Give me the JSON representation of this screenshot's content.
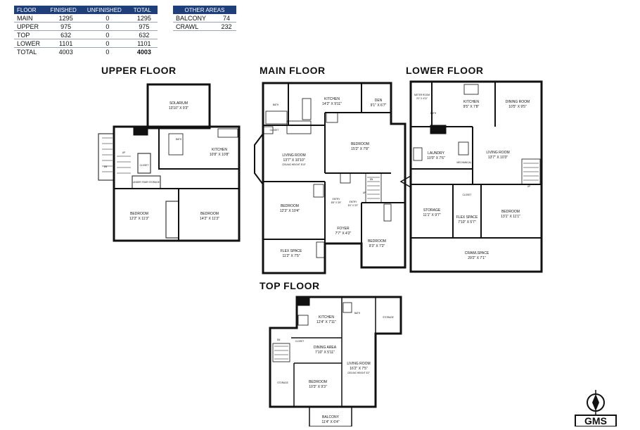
{
  "area_table": {
    "headers": [
      "FLOOR",
      "FINISHED",
      "UNFINISHED",
      "TOTAL"
    ],
    "rows": [
      {
        "floor": "MAIN",
        "finished": "1295",
        "unfinished": "0",
        "total": "1295"
      },
      {
        "floor": "UPPER",
        "finished": "975",
        "unfinished": "0",
        "total": "975"
      },
      {
        "floor": "TOP",
        "finished": "632",
        "unfinished": "0",
        "total": "632"
      },
      {
        "floor": "LOWER",
        "finished": "1101",
        "unfinished": "0",
        "total": "1101"
      },
      {
        "floor": "TOTAL",
        "finished": "4003",
        "unfinished": "0",
        "total": "4003"
      }
    ]
  },
  "other_areas": {
    "header": "OTHER AREAS",
    "rows": [
      {
        "name": "BALCONY",
        "value": "74"
      },
      {
        "name": "CRAWL",
        "value": "232"
      }
    ]
  },
  "floors": {
    "upper": {
      "title": "UPPER FLOOR",
      "rooms": {
        "solarium": {
          "name": "SOLARIUM",
          "dims": "13'10\" X 9'3\""
        },
        "kitchen": {
          "name": "KITCHEN",
          "dims": "10'8\" X 10'8\""
        },
        "bath": "BATH",
        "bedroom_left": {
          "name": "BEDROOM",
          "dims": "12'2\" X 11'3\""
        },
        "bedroom_right": {
          "name": "BEDROOM",
          "dims": "14'2\" X 11'3\""
        },
        "under_stair": "UNDER STAIR STORAGE",
        "closet": "CLOSET",
        "dn": "DN",
        "up": "UP"
      }
    },
    "main": {
      "title": "MAIN FLOOR",
      "rooms": {
        "bath": "BATH",
        "kitchen": {
          "name": "KITCHEN",
          "dims": "14'2\" X 9'11\""
        },
        "den": {
          "name": "DEN",
          "dims": "9'1\" X 6'7\""
        },
        "closet": "CLOSET",
        "living": {
          "name": "LIVING ROOM",
          "dims": "13'7\" X 10'10\"",
          "note": "CEILING HEIGHT 8'10\""
        },
        "bedroom_mid": {
          "name": "BEDROOM",
          "dims": "15'2\" X 7'8\""
        },
        "bedroom_left": {
          "name": "BEDROOM",
          "dims": "12'3\" X 10'4\""
        },
        "entry1": {
          "name": "ENTRY",
          "dims": "8'8\" X 3'9\""
        },
        "entry2": {
          "name": "ENTRY",
          "dims": "8'4\" X 3'2\""
        },
        "foyer": {
          "name": "FOYER",
          "dims": "7'7\" X 4'2\""
        },
        "bedroom_right": {
          "name": "BEDROOM",
          "dims": "9'3\" X 7'2\""
        },
        "flex": {
          "name": "FLEX SPACE",
          "dims": "11'2\" X 7'5\""
        },
        "up": "UP",
        "dn": "DN"
      }
    },
    "lower": {
      "title": "LOWER FLOOR",
      "rooms": {
        "meter": {
          "name": "METER ROOM",
          "dims": "3'1\" X 4'11\""
        },
        "kitchen": {
          "name": "KITCHEN",
          "dims": "9'5\" X 7'8\""
        },
        "dining": {
          "name": "DINING ROOM",
          "dims": "10'5\" X 9'5\""
        },
        "bath": "BATH",
        "laundry": {
          "name": "LAUNDRY",
          "dims": "10'0\" X 7'6\""
        },
        "mechanical": "MECHANICAL",
        "living": {
          "name": "LIVING ROOM",
          "dims": "13'7\" X 10'3\""
        },
        "closet": "CLOSET",
        "storage": {
          "name": "STORAGE",
          "dims": "11'1\" X 9'7\""
        },
        "flex": {
          "name": "FLEX SPACE",
          "dims": "7'10\" X 5'7\""
        },
        "bedroom": {
          "name": "BEDROOM",
          "dims": "13'1\" X 11'1\""
        },
        "crawl": {
          "name": "CRAWLSPACE",
          "dims": "29'2\" X 7'1\""
        },
        "up": "UP"
      }
    },
    "top": {
      "title": "TOP FLOOR",
      "rooms": {
        "kitchen": {
          "name": "KITCHEN",
          "dims": "12'4\" X 7'11\""
        },
        "bath": "BATH",
        "storage_right": "STORAGE",
        "closet": "CLOSET",
        "dining": {
          "name": "DINING AREA",
          "dims": "7'10\" X 5'11\""
        },
        "living": {
          "name": "LIVING ROOM",
          "dims": "16'2\" X 7'5\"",
          "note": "CEILING HEIGHT 8'2\""
        },
        "storage_left": "STORAGE",
        "bedroom": {
          "name": "BEDROOM",
          "dims": "10'3\" X 9'3\""
        },
        "balcony": {
          "name": "BALCONY",
          "dims": "11'4\" X 6'4\""
        },
        "dn": "DN"
      }
    }
  },
  "logo": {
    "text": "GMS",
    "icon": "compass-icon"
  },
  "colors": {
    "table_header": "#1f3f7a",
    "walls": "#111111",
    "rule": "#9aa4b4"
  }
}
